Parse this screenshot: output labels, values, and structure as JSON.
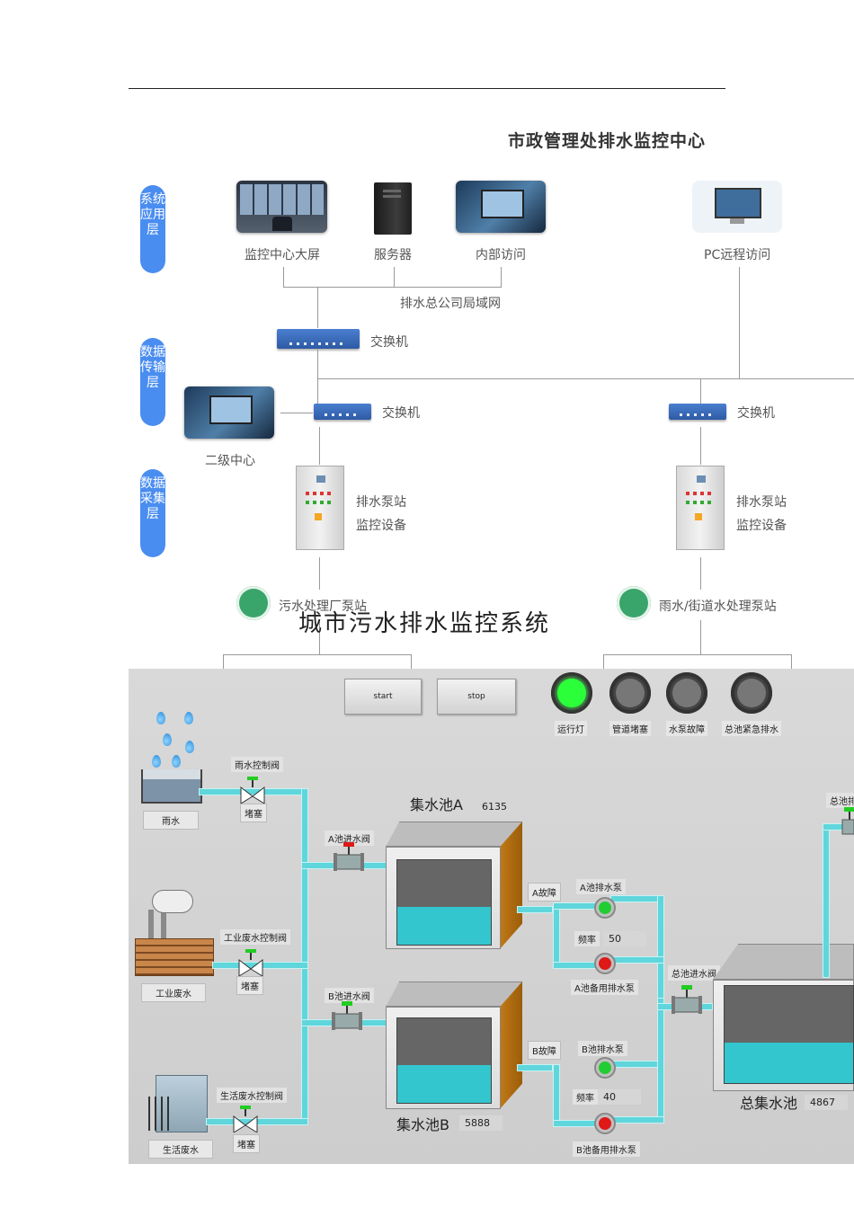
{
  "header": {
    "title": "市政管理处排水监控中心"
  },
  "layers": [
    {
      "label": "系统应用层"
    },
    {
      "label": "数据传输层"
    },
    {
      "label": "数据采集层"
    }
  ],
  "topology": {
    "big_screen": "监控中心大屏",
    "server": "服务器",
    "internal_access": "内部访问",
    "pc_remote": "PC远程访问",
    "lan": "排水总公司局域网",
    "switch_main": "交换机",
    "switch_left": "交换机",
    "switch_right": "交换机",
    "secondary_center": "二级中心",
    "pump_station_left_1": "排水泵站",
    "pump_station_left_2": "监控设备",
    "pump_station_right_1": "排水泵站",
    "pump_station_right_2": "监控设备",
    "site_left": "污水处理厂泵站",
    "site_right": "雨水/街道水处理泵站"
  },
  "overlay_title": "城市污水排水监控系统",
  "scada": {
    "controls": {
      "start": "start",
      "stop": "stop"
    },
    "lamps": [
      {
        "label": "运行灯",
        "state": "on"
      },
      {
        "label": "管道堵塞",
        "state": "off"
      },
      {
        "label": "水泵故障",
        "state": "off"
      },
      {
        "label": "总池紧急排水",
        "state": "off"
      }
    ],
    "sources": {
      "rain": "雨水",
      "industrial": "工业废水",
      "domestic": "生活废水"
    },
    "valves": {
      "rain_valve": "雨水控制阀",
      "industrial_valve": "工业废水控制阀",
      "domestic_valve": "生活废水控制阀",
      "blocked1": "堵塞",
      "blocked2": "堵塞",
      "blocked3": "堵塞",
      "a_inlet": "A池进水阀",
      "b_inlet": "B池进水阀",
      "total_inlet": "总池进水阀",
      "total_drain": "总池排"
    },
    "tank_a": {
      "label": "集水池A",
      "value": "6135",
      "fault": "A故障",
      "pump": "A池排水泵",
      "freq_label": "频率",
      "freq": "50",
      "backup": "A池备用排水泵",
      "level": 0.45
    },
    "tank_b": {
      "label": "集水池B",
      "value": "5888",
      "fault": "B故障",
      "pump": "B池排水泵",
      "freq_label": "频率",
      "freq": "40",
      "backup": "B池备用排水泵",
      "level": 0.45
    },
    "tank_total": {
      "label": "总集水池",
      "value": "4867",
      "level": 0.42
    },
    "colors": {
      "pipe": "#5fd6dc",
      "water": "#33c6cf",
      "lamp_on": "#2bff3a",
      "pump_on": "#22cc33",
      "pump_backup": "#e01818"
    }
  }
}
